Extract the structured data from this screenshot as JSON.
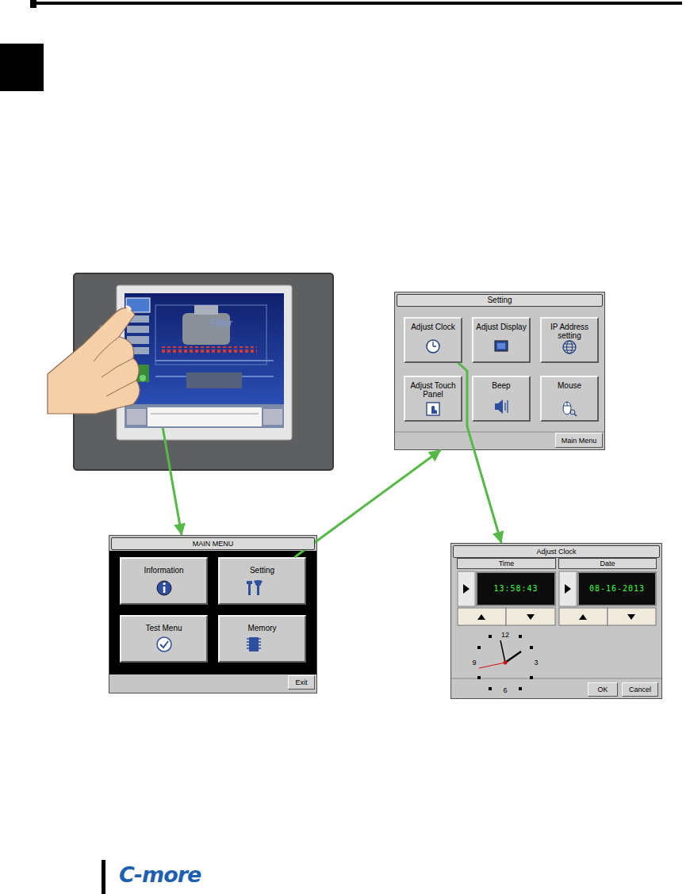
{
  "diagram": {
    "nodes": [
      {
        "text": [
          "Filler"
        ]
      },
      {
        "text": [
          "Setting"
        ]
      },
      {
        "text": [
          "Adjust Clock"
        ],
        "in": 1
      },
      {
        "text": [
          "Adjust Display"
        ],
        "in": 1
      },
      {
        "text": [
          "IP Address setting"
        ],
        "in": 1
      },
      {
        "text": [
          "Adjust Touch Panel"
        ],
        "in": 1
      },
      {
        "text": [
          "Beep"
        ],
        "in": 1
      },
      {
        "text": [
          "Mouse"
        ],
        "in": 1
      },
      {
        "text": [
          "Main Menu"
        ],
        "in": 1
      },
      {
        "text": [
          "MAIN MENU"
        ]
      },
      {
        "text": [
          "Information"
        ],
        "in": 9
      },
      {
        "text": [
          "Setting"
        ],
        "in": 9
      },
      {
        "text": [
          "Test Menu"
        ],
        "in": 9
      },
      {
        "text": [
          "Memory"
        ],
        "in": 9
      },
      {
        "text": [
          "Exit"
        ],
        "in": 9
      },
      {
        "text": [
          "Adjust Clock"
        ]
      },
      {
        "text": [
          "Time",
          "13:58:43"
        ],
        "in": 15
      },
      {
        "text": [
          "Date",
          "08-16-2013"
        ],
        "in": 15
      },
      {
        "text": [
          "OK"
        ],
        "in": 15
      },
      {
        "text": [
          "Cancel"
        ],
        "in": 15
      }
    ],
    "edges": [
      {
        "from": 0,
        "to": 9,
        "arrow": "to"
      },
      {
        "from": 11,
        "to": 1,
        "arrow": "to"
      },
      {
        "from": 2,
        "to": 15,
        "arrow": "to"
      }
    ],
    "labels": [
      "12",
      "3",
      "6",
      "9",
      "C-more"
    ]
  }
}
